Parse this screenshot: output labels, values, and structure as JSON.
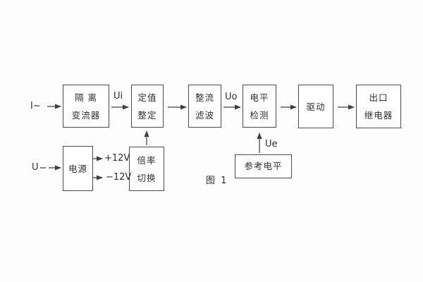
{
  "figure": {
    "caption": "图 1",
    "background_color": "#fdfdfd",
    "line_color": "#3f3f3f",
    "text_color": "#2f2f2f"
  },
  "blocks": {
    "isolation_transformer": {
      "line1": "隔 离",
      "line2": "变流器"
    },
    "setting_adjust": {
      "line1": "定值",
      "line2": "整定"
    },
    "rectifier_filter": {
      "line1": "整流",
      "line2": "滤波"
    },
    "level_detect": {
      "line1": "电平",
      "line2": "检测"
    },
    "drive": {
      "label": "驱动"
    },
    "output_relay": {
      "line1": "出口",
      "line2": "继电器"
    },
    "power_supply": {
      "label": "电源"
    },
    "ratio_switch": {
      "line1": "倍率",
      "line2": "切换"
    },
    "reference_level": {
      "label": "参考电平"
    }
  },
  "signals": {
    "input_current": "I~",
    "input_voltage": "U",
    "ui": "Ui",
    "uo": "Uo",
    "ue": "Ue",
    "plus_12v": "+12V",
    "minus_12v": "−12V"
  }
}
